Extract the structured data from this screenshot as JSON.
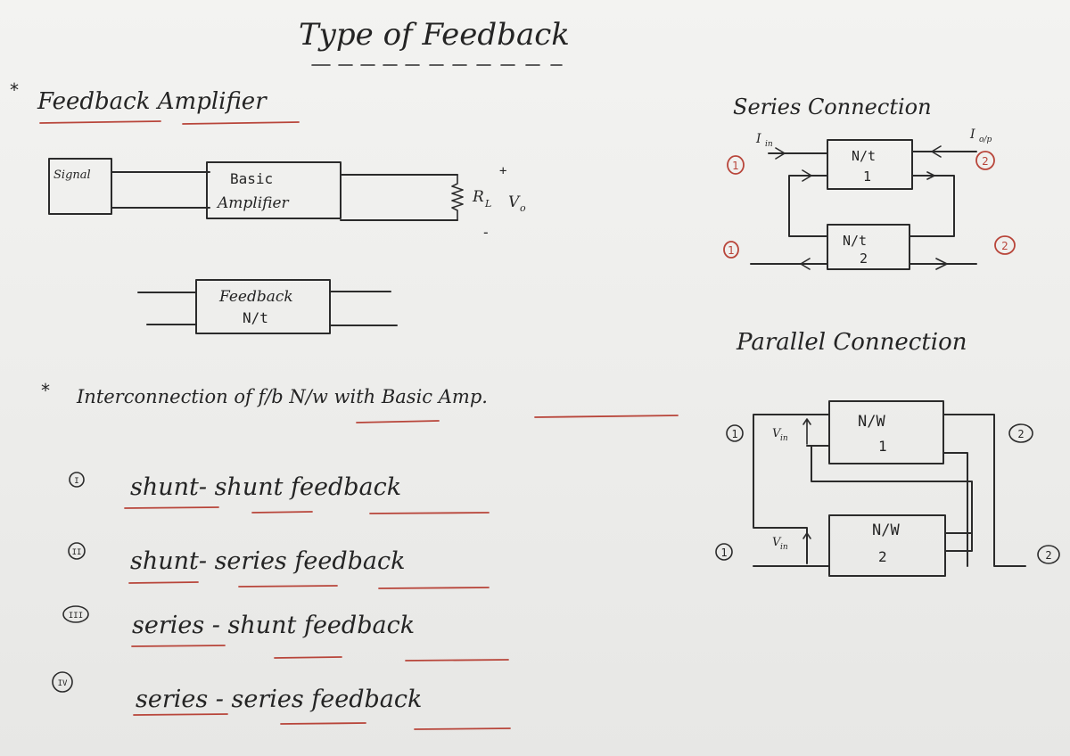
{
  "title": "Type of Feedback",
  "feedback_amplifier": {
    "heading": "Feedback Amplifier",
    "signal_label": "Signal",
    "basic_amp_line1": "Basic",
    "basic_amp_line2": "Amplifier",
    "load_label": "R",
    "load_sub": "L",
    "output_label": "V",
    "output_sub": "o",
    "plus": "+",
    "minus": "-",
    "feedback_line1": "Feedback",
    "feedback_line2": "N/t"
  },
  "interconnection": {
    "heading": "Interconnection of f/b N/w with Basic Amp.",
    "items": [
      {
        "numeral": "I",
        "text": "shunt- shunt feedback"
      },
      {
        "numeral": "II",
        "text": "shunt- series feedback"
      },
      {
        "numeral": "III",
        "text": "series - shunt feedback"
      },
      {
        "numeral": "IV",
        "text": "series - series feedback"
      }
    ]
  },
  "series_connection": {
    "heading": "Series Connection",
    "iin": "I",
    "iin_sub": "in",
    "iop": "I",
    "iop_sub": "o/p",
    "net1_line1": "N/t",
    "net1_line2": "1",
    "net2_line1": "N/t",
    "net2_line2": "2",
    "port_left_top": "1",
    "port_left_bottom": "1",
    "port_right_top": "2",
    "port_right_bottom": "2"
  },
  "parallel_connection": {
    "heading": "Parallel Connection",
    "net1_line1": "N/W",
    "net1_line2": "1",
    "net2_line1": "N/W",
    "net2_line2": "2",
    "vin1": "V",
    "vin1_sub": "in",
    "vin2": "V",
    "vin2_sub": "in",
    "port_left_top": "1",
    "port_left_bottom": "1",
    "port_right_top": "2",
    "port_right_bottom": "2"
  },
  "colors": {
    "ink": "#2b2b2b",
    "red_ink": "#b8453a",
    "paper": "#efefed"
  }
}
